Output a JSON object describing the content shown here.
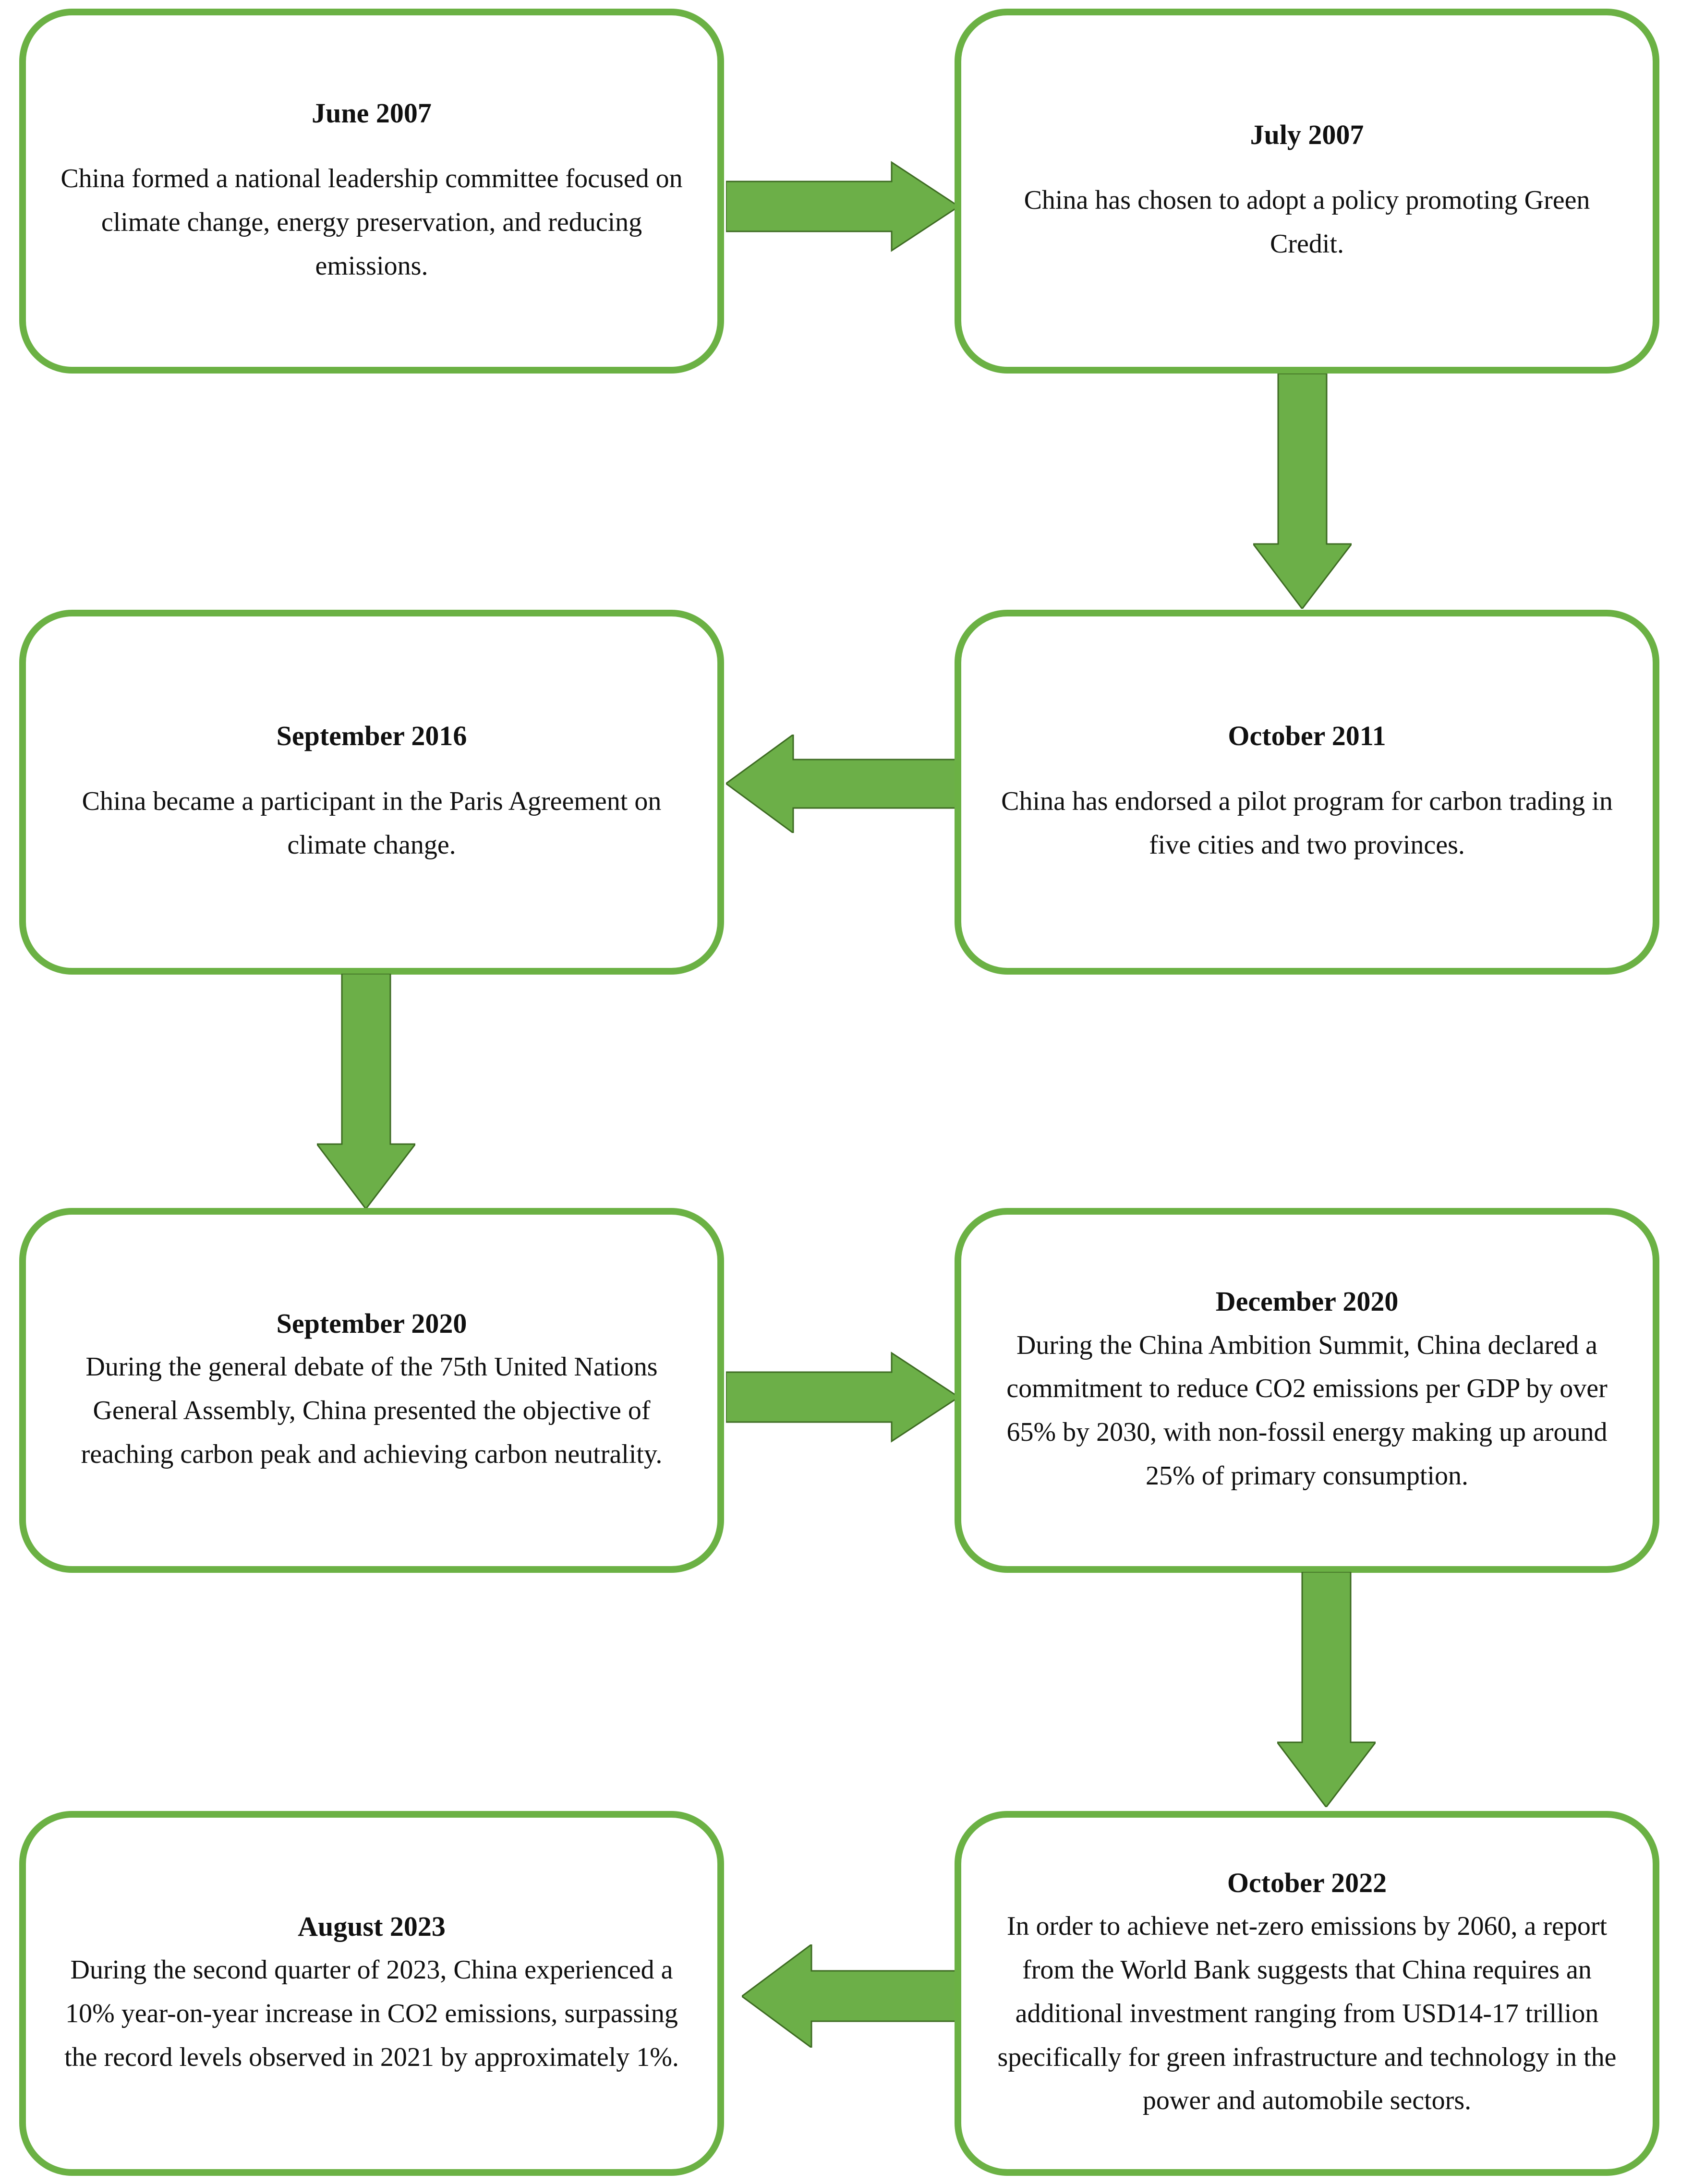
{
  "diagram": {
    "type": "flowchart-timeline",
    "accent_color": "#6BB144",
    "arrow_fill_color": "#6CAF48",
    "arrow_stroke_color": "#3D6B22",
    "background_color": "#FFFFFF",
    "text_color": "#101010"
  },
  "nodes": [
    {
      "id": "node-june-2007",
      "title": "June 2007",
      "body": "China formed a national leadership committee focused on climate change, energy preservation, and reducing emissions."
    },
    {
      "id": "node-july-2007",
      "title": "July 2007",
      "body": "China has chosen to adopt a policy promoting Green Credit."
    },
    {
      "id": "node-october-2011",
      "title": "October 2011",
      "body": "China has endorsed a pilot program for carbon trading in five cities and two provinces."
    },
    {
      "id": "node-september-2016",
      "title": "September 2016",
      "body": "China became a participant in the Paris Agreement on climate change."
    },
    {
      "id": "node-september-2020",
      "title": "September 2020",
      "body": "During the general debate of the 75th United Nations General Assembly, China presented the objective of reaching carbon peak and achieving carbon neutrality."
    },
    {
      "id": "node-december-2020",
      "title": "December 2020",
      "body": "During the China Ambition Summit, China declared a commitment to reduce CO2 emissions per GDP by over 65% by 2030, with non-fossil energy making up around 25% of primary consumption."
    },
    {
      "id": "node-october-2022",
      "title": "October 2022",
      "body": "In order to achieve net-zero emissions by 2060, a report from the World Bank suggests that China requires an additional investment ranging from USD14-17 trillion specifically for green infrastructure and technology in the power and automobile sectors."
    },
    {
      "id": "node-august-2023",
      "title": "August 2023",
      "body": "During the second quarter of 2023, China experienced a 10% year-on-year increase in CO2 emissions, surpassing the record levels observed in 2021 by approximately 1%."
    }
  ],
  "connectors": [
    {
      "id": "arrow-june2007-to-july2007",
      "direction": "right",
      "from": "node-june-2007",
      "to": "node-july-2007"
    },
    {
      "id": "arrow-july2007-to-october2011",
      "direction": "down",
      "from": "node-july-2007",
      "to": "node-october-2011"
    },
    {
      "id": "arrow-october2011-to-september2016",
      "direction": "left",
      "from": "node-october-2011",
      "to": "node-september-2016"
    },
    {
      "id": "arrow-september2016-to-september2020",
      "direction": "down",
      "from": "node-september-2016",
      "to": "node-september-2020"
    },
    {
      "id": "arrow-september2020-to-december2020",
      "direction": "right",
      "from": "node-september-2020",
      "to": "node-december-2020"
    },
    {
      "id": "arrow-december2020-to-october2022",
      "direction": "down",
      "from": "node-december-2020",
      "to": "node-october-2022"
    },
    {
      "id": "arrow-october2022-to-august2023",
      "direction": "left",
      "from": "node-october-2022",
      "to": "node-august-2023"
    }
  ]
}
